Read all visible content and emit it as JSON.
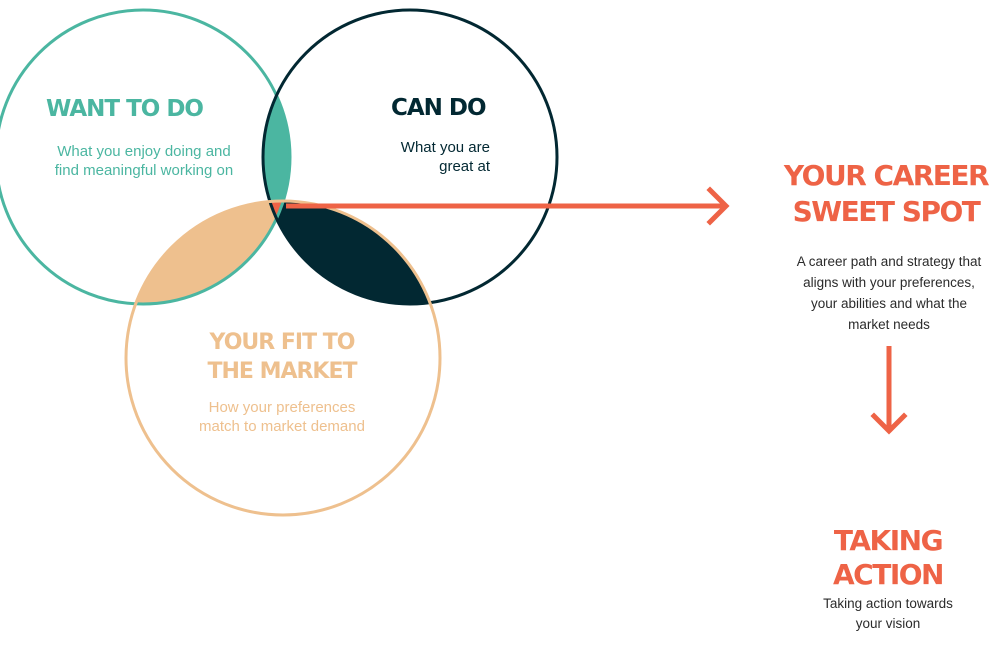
{
  "colors": {
    "teal": "#4bb6a1",
    "navy": "#022832",
    "peach": "#eec08e",
    "orange": "#ee6346",
    "white": "#ffffff"
  },
  "want_to_do": {
    "title": "WANT TO DO",
    "desc_lines": [
      "What you enjoy doing and",
      "find meaningful working on"
    ]
  },
  "can_do": {
    "title": "CAN DO",
    "desc_lines": [
      "What you are",
      "great at"
    ]
  },
  "market_fit": {
    "title_lines": [
      "YOUR FIT TO",
      "THE MARKET"
    ],
    "desc_lines": [
      "How your preferences",
      "match to market demand"
    ]
  },
  "sweet_spot": {
    "title_lines": [
      "YOUR CAREER",
      "SWEET SPOT"
    ],
    "desc_lines": [
      "A career path and strategy that",
      "aligns with your preferences,",
      "your abilities and what the",
      "market needs"
    ]
  },
  "taking_action": {
    "title_lines": [
      "TAKING",
      "ACTION"
    ],
    "desc_lines": [
      "Taking action towards",
      "your vision"
    ]
  },
  "icons": {
    "right_arrow": "arrow-right-icon",
    "down_arrow": "arrow-down-icon"
  }
}
